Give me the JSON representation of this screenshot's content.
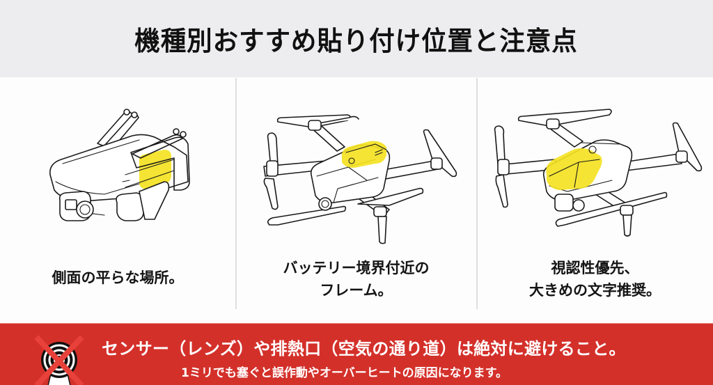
{
  "header": {
    "title": "機種別おすすめ貼り付け位置と注意点"
  },
  "panels": [
    {
      "illustration": "folded-mini-drone-side-highlight",
      "caption_lines": [
        "側面の平らな場所。"
      ]
    },
    {
      "illustration": "drone-battery-frame-highlight",
      "caption_lines": [
        "バッテリー境界付近の",
        "フレーム。"
      ]
    },
    {
      "illustration": "drone-top-body-highlight",
      "caption_lines": [
        "視認性優先、",
        "大きめの文字推奨。"
      ]
    }
  ],
  "warning": {
    "icon": "crossed-out-sensor-icon",
    "main_text": "センサー（レンズ）や排熱口（空気の通り道）は絶対に避けること。",
    "sub_text": "1ミリでも塞ぐと誤作動やオーバーヒートの原因になります。"
  },
  "colors": {
    "header_bg": "#ededef",
    "highlight": "#f4e222",
    "banner_bg": "#d4302a",
    "cross": "#e8413a"
  }
}
